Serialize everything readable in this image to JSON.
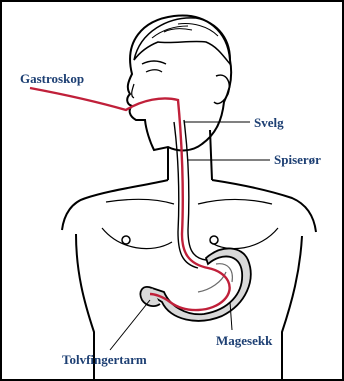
{
  "labels": {
    "gastroskop": "Gastroskop",
    "svelg": "Svelg",
    "spiseror": "Spiserør",
    "mageskk": "Magesekk",
    "tolvfingertarm": "Tolvfingertarm"
  },
  "colors": {
    "outline": "#000000",
    "scope": "#c0203a",
    "label": "#1d3f73",
    "stomach": "#6b6b6b"
  }
}
